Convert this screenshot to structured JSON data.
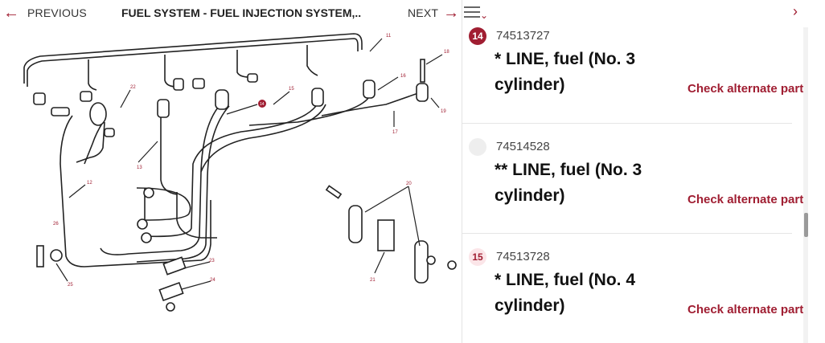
{
  "nav": {
    "prev_label": "PREVIOUS",
    "next_label": "NEXT",
    "title": "FUEL SYSTEM - FUEL INJECTION SYSTEM,.."
  },
  "diagram": {
    "callouts": [
      "11",
      "18",
      "22",
      "15",
      "14",
      "16",
      "13",
      "17",
      "19",
      "12",
      "20",
      "26",
      "23",
      "24",
      "25",
      "21"
    ]
  },
  "parts": [
    {
      "badge": "14",
      "badge_style": "filled",
      "number": "74513727",
      "desc_line1": "* LINE, fuel (No. 3",
      "desc_line2": "cylinder)",
      "alt_label": "Check alternate part"
    },
    {
      "badge": "",
      "badge_style": "empty",
      "number": "74514528",
      "desc_line1": "** LINE, fuel (No. 3",
      "desc_line2": "cylinder)",
      "alt_label": "Check alternate part"
    },
    {
      "badge": "15",
      "badge_style": "outline",
      "number": "74513728",
      "desc_line1": "* LINE, fuel (No. 4",
      "desc_line2": "cylinder)",
      "alt_label": "Check alternate part"
    }
  ],
  "colors": {
    "accent": "#a01e32",
    "badge_light": "#fbe5e8",
    "badge_empty": "#eeeeee"
  }
}
